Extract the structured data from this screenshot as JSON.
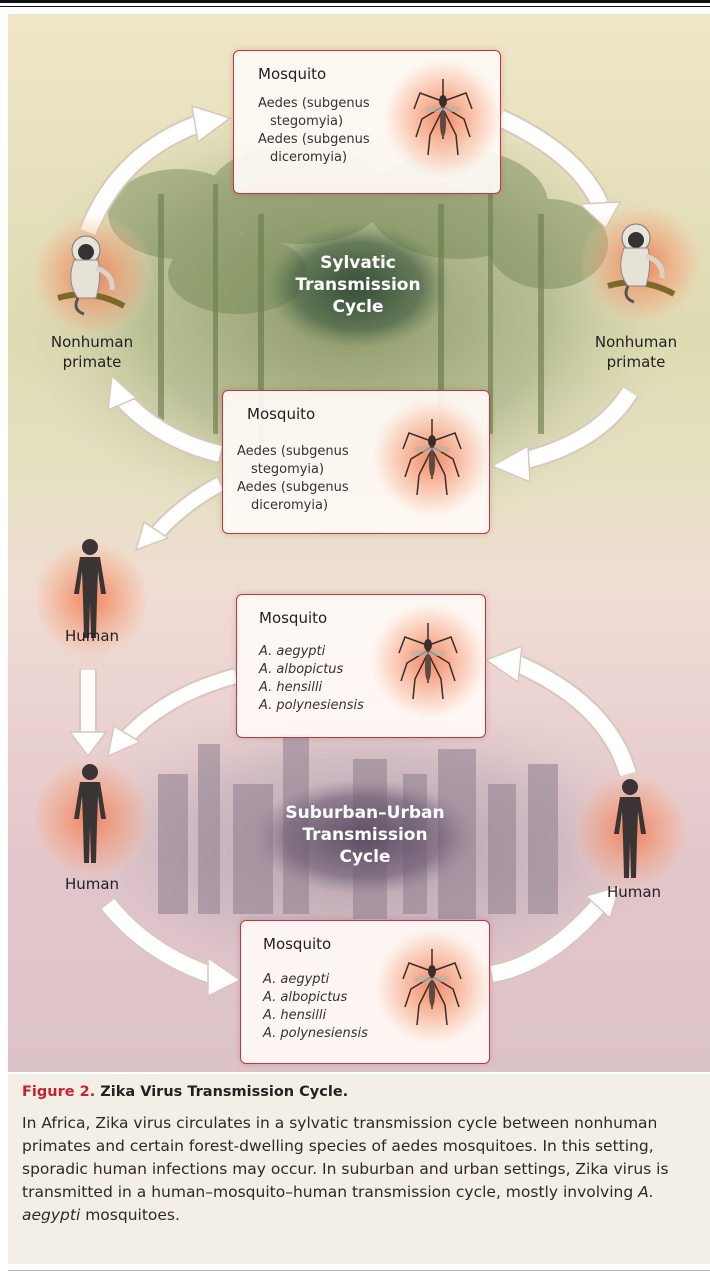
{
  "top_boxes": [
    {
      "title": "Mosquito",
      "lines": [
        "Aedes (subgenus",
        "stegomyia)",
        "Aedes (subgenus",
        "diceromyia)"
      ]
    },
    {
      "title": "Mosquito",
      "lines": [
        "Aedes (subgenus",
        "stegomyia)",
        "Aedes (subgenus",
        "diceromyia)"
      ]
    }
  ],
  "urban_boxes": [
    {
      "title": "Mosquito",
      "lines": [
        "A. aegypti",
        "A. albopictus",
        "A. hensilli",
        "A. polynesiensis"
      ]
    },
    {
      "title": "Mosquito",
      "lines": [
        "A. aegypti",
        "A. albopictus",
        "A. hensilli",
        "A. polynesiensis"
      ]
    }
  ],
  "host_labels": {
    "primate_left": [
      "Nonhuman",
      "primate"
    ],
    "primate_right": [
      "Nonhuman",
      "primate"
    ],
    "human_1": "Human",
    "human_2": "Human",
    "human_3": "Human"
  },
  "cycles": {
    "sylvatic": [
      "Sylvatic",
      "Transmission",
      "Cycle"
    ],
    "urban": [
      "Suburban–Urban",
      "Transmission",
      "Cycle"
    ]
  },
  "caption": {
    "label": "Figure 2.",
    "title": "Zika Virus Transmission Cycle.",
    "body_1": "In Africa, Zika virus circulates in a sylvatic transmission cycle between nonhuman primates and certain forest-dwelling species of aedes mosquitoes. In this setting, sporadic human infections may occur. In suburban and urban settings, Zika virus is transmitted in a human–mosquito–human transmission cycle, mostly involving ",
    "body_italic": "A. aegypti",
    "body_2": " mosquitoes."
  },
  "colors": {
    "border": "#c9323e",
    "caption_label": "#c8202e",
    "sylvatic_bg": "#d9d7a8",
    "urban_bg": "#dcc0c8"
  },
  "icons": [
    "mosquito-icon",
    "monkey-icon",
    "human-silhouette-icon",
    "arrow-icon"
  ]
}
